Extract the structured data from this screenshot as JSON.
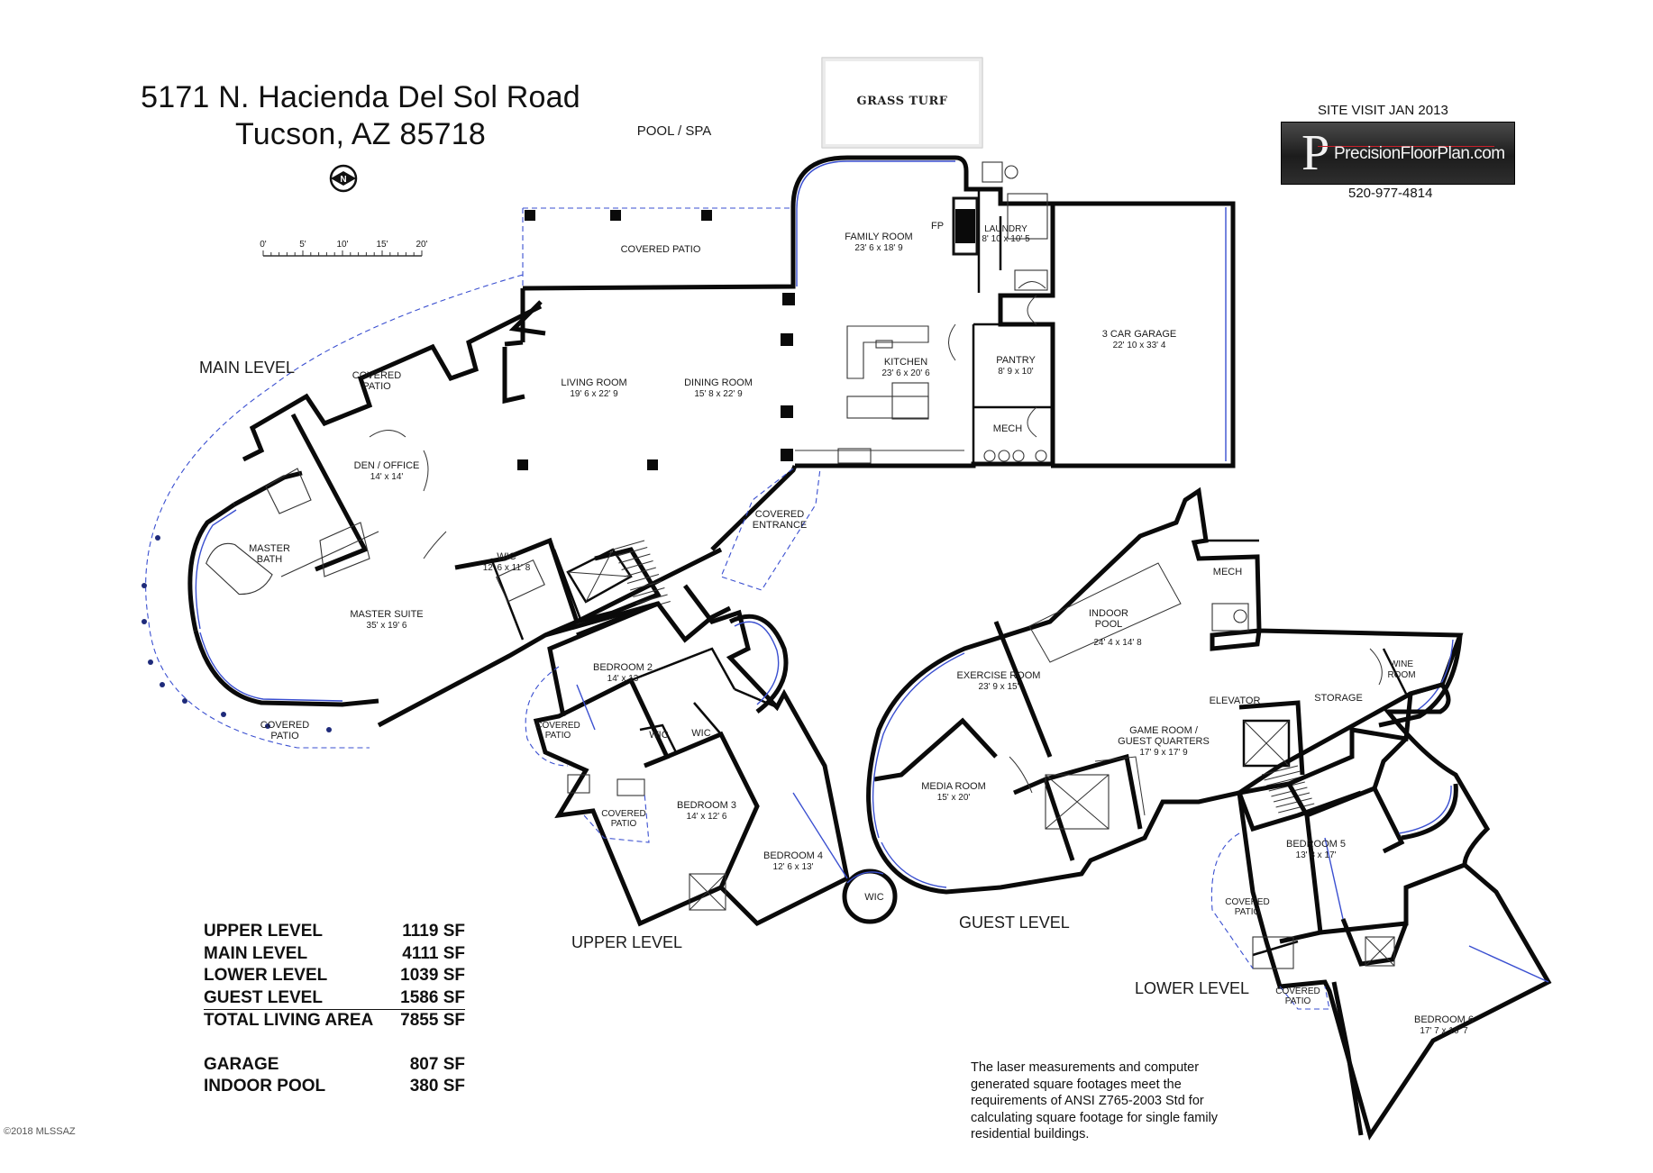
{
  "header": {
    "address_line1": "5171 N. Hacienda Del Sol Road",
    "address_line2": "Tucson, AZ  85718",
    "compass": "N",
    "scale_ticks": [
      "0'",
      "5'",
      "10'",
      "15'",
      "20'"
    ]
  },
  "branding": {
    "site_visit": "SITE VISIT    JAN 2013",
    "logo_letter": "P",
    "logo_text": "PrecisionFloorPlan.com",
    "phone": "520-977-4814"
  },
  "levels": {
    "main": "MAIN LEVEL",
    "upper": "UPPER LEVEL",
    "guest": "GUEST LEVEL",
    "lower": "LOWER LEVEL"
  },
  "rooms": {
    "grass_turf": "GRASS TURF",
    "pool_spa": "POOL / SPA",
    "covered_patio_top": "COVERED PATIO",
    "family_room": {
      "name": "FAMILY ROOM",
      "dims": "23' 6 x 18' 9"
    },
    "fp": "FP",
    "laundry": {
      "name": "LAUNDRY",
      "dims": "8' 10 x 10' 5"
    },
    "garage": {
      "name": "3 CAR GARAGE",
      "dims": "22' 10 x 33' 4"
    },
    "pantry": {
      "name": "PANTRY",
      "dims": "8' 9 x 10'"
    },
    "mech_main": "MECH",
    "kitchen": {
      "name": "KITCHEN",
      "dims": "23' 6 x 20' 6"
    },
    "living_room": {
      "name": "LIVING ROOM",
      "dims": "19' 6 x 22' 9"
    },
    "dining_room": {
      "name": "DINING ROOM",
      "dims": "15' 8 x 22' 9"
    },
    "covered_patio_main": {
      "line1": "COVERED",
      "line2": "PATIO"
    },
    "den_office": {
      "name": "DEN / OFFICE",
      "dims": "14' x 14'"
    },
    "master_bath": {
      "line1": "MASTER",
      "line2": "BATH"
    },
    "master_suite": {
      "name": "MASTER SUITE",
      "dims": "35' x 19' 6"
    },
    "wic_master": {
      "name": "WIC",
      "dims": "12' 6 x 11' 8"
    },
    "covered_patio_bottom": {
      "line1": "COVERED",
      "line2": "PATIO"
    },
    "covered_entrance": {
      "line1": "COVERED",
      "line2": "ENTRANCE"
    },
    "bedroom2": {
      "name": "BEDROOM 2",
      "dims": "14' x 13"
    },
    "wic_a": "WIC",
    "wic_b": "WIC",
    "covered_patio_upper1": {
      "line1": "COVERED",
      "line2": "PATIO"
    },
    "covered_patio_upper2": {
      "line1": "COVERED",
      "line2": "PATIO"
    },
    "bedroom3": {
      "name": "BEDROOM 3",
      "dims": "14' x 12' 6"
    },
    "bedroom4": {
      "name": "BEDROOM 4",
      "dims": "12' 6 x 13'"
    },
    "wic_c": "WIC",
    "indoor_pool": {
      "line1": "INDOOR",
      "line2": "POOL",
      "dims": "24' 4 x 14' 8"
    },
    "mech_guest": "MECH",
    "exercise_room": {
      "name": "EXERCISE ROOM",
      "dims": "23' 9 x 15'"
    },
    "wine_room": {
      "line1": "WINE",
      "line2": "ROOM"
    },
    "elevator": "ELEVATOR",
    "storage": "STORAGE",
    "game_room": {
      "line1": "GAME ROOM /",
      "line2": "GUEST QUARTERS",
      "dims": "17' 9 x 17' 9"
    },
    "media_room": {
      "name": "MEDIA ROOM",
      "dims": "15' x 20'"
    },
    "bedroom5": {
      "name": "BEDROOM 5",
      "dims": "13' 8 x 17'"
    },
    "covered_patio_lower1": {
      "line1": "COVERED",
      "line2": "PATIO"
    },
    "covered_patio_lower2": {
      "line1": "COVERED",
      "line2": "PATIO"
    },
    "bedroom6": {
      "name": "BEDROOM 6",
      "dims": "17' 7 x 16' 7"
    }
  },
  "areas": [
    {
      "label": "UPPER LEVEL",
      "value": "1119 SF"
    },
    {
      "label": "MAIN LEVEL",
      "value": "4111 SF"
    },
    {
      "label": "LOWER LEVEL",
      "value": "1039 SF"
    },
    {
      "label": "GUEST LEVEL",
      "value": "1586 SF"
    },
    {
      "label": "TOTAL LIVING AREA",
      "value": "7855 SF"
    },
    {
      "label": "GARAGE",
      "value": "807 SF"
    },
    {
      "label": "INDOOR POOL",
      "value": "380 SF"
    }
  ],
  "note": "The laser measurements and computer generated square footages meet the requirements of ANSI Z765-2003 Std for calculating square footage for single family residential buildings.",
  "copyright": "©2018 MLSSAZ"
}
